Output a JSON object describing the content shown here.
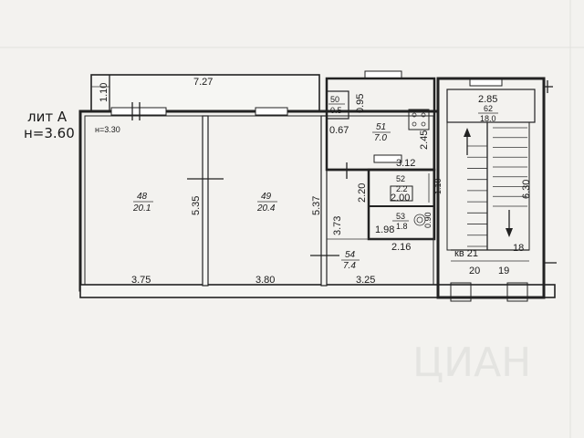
{
  "header": {
    "lit": "лит А",
    "height": "н=3.60",
    "sub_height": "н=3.30"
  },
  "dimensions": {
    "top_width": "7.27",
    "left_top": "1.10",
    "d_375": "3.75",
    "d_380": "3.80",
    "d_325": "3.25",
    "d_535": "5.35",
    "d_537": "5.37",
    "d_373": "3.73",
    "d_312": "3.12",
    "d_220": "2.20",
    "d_198": "1.98",
    "d_216": "2.16",
    "d_067": "0.67",
    "d_095": "0.95",
    "d_245": "2.45",
    "d_110b": "1.10",
    "d_090": "0.90",
    "d_285": "2.85",
    "d_630": "6.30"
  },
  "rooms": [
    {
      "num": "48",
      "area": "20.1"
    },
    {
      "num": "49",
      "area": "20.4"
    },
    {
      "num": "50",
      "area": "0.5"
    },
    {
      "num": "51",
      "area": "7.0"
    },
    {
      "num": "52",
      "area": "2.2"
    },
    {
      "num": "53",
      "area": "1.8"
    },
    {
      "num": "54",
      "area": "7.4"
    },
    {
      "num": "62",
      "area": "18.0"
    }
  ],
  "extra": {
    "d_200": "2.00",
    "kv": "кв 21",
    "n18": "18",
    "n19": "19",
    "n20": "20"
  },
  "watermark": "ЦИАН"
}
